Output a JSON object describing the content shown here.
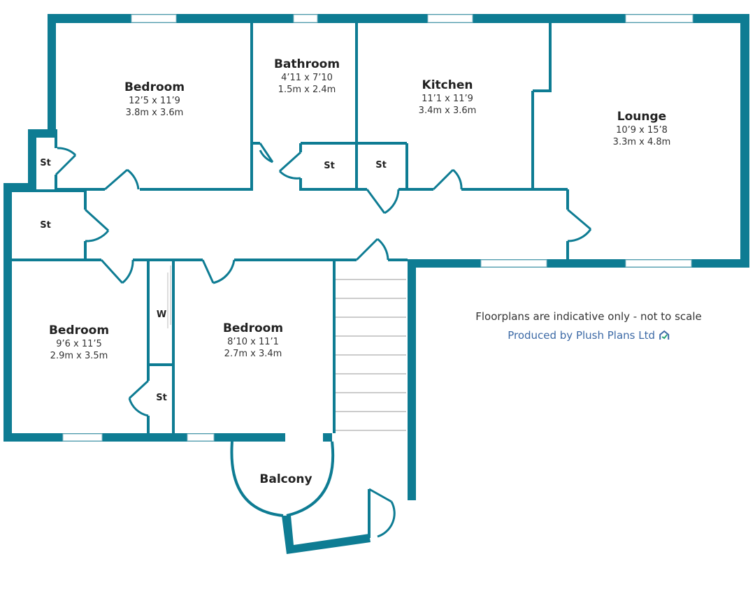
{
  "colors": {
    "wall": "#0e7c93",
    "text": "#222222",
    "credit": "#3d6aa6"
  },
  "rooms": {
    "bedroom1": {
      "name": "Bedroom",
      "imperial": "12’5 x 11’9",
      "metric": "3.8m x 3.6m"
    },
    "bathroom": {
      "name": "Bathroom",
      "imperial": "4’11 x 7’10",
      "metric": "1.5m x 2.4m"
    },
    "kitchen": {
      "name": "Kitchen",
      "imperial": "11’1 x 11’9",
      "metric": "3.4m x 3.6m"
    },
    "lounge": {
      "name": "Lounge",
      "imperial": "10’9 x 15’8",
      "metric": "3.3m x 4.8m"
    },
    "bedroom2": {
      "name": "Bedroom",
      "imperial": "9’6 x 11’5",
      "metric": "2.9m x 3.5m"
    },
    "bedroom3": {
      "name": "Bedroom",
      "imperial": "8’10 x 11’1",
      "metric": "2.7m x 3.4m"
    },
    "balcony": {
      "name": "Balcony"
    }
  },
  "storage": {
    "st": "St",
    "wardrobe": "W"
  },
  "notes": {
    "disclaimer": "Floorplans are indicative only - not to scale",
    "credit": "Produced by Plush Plans Ltd"
  }
}
